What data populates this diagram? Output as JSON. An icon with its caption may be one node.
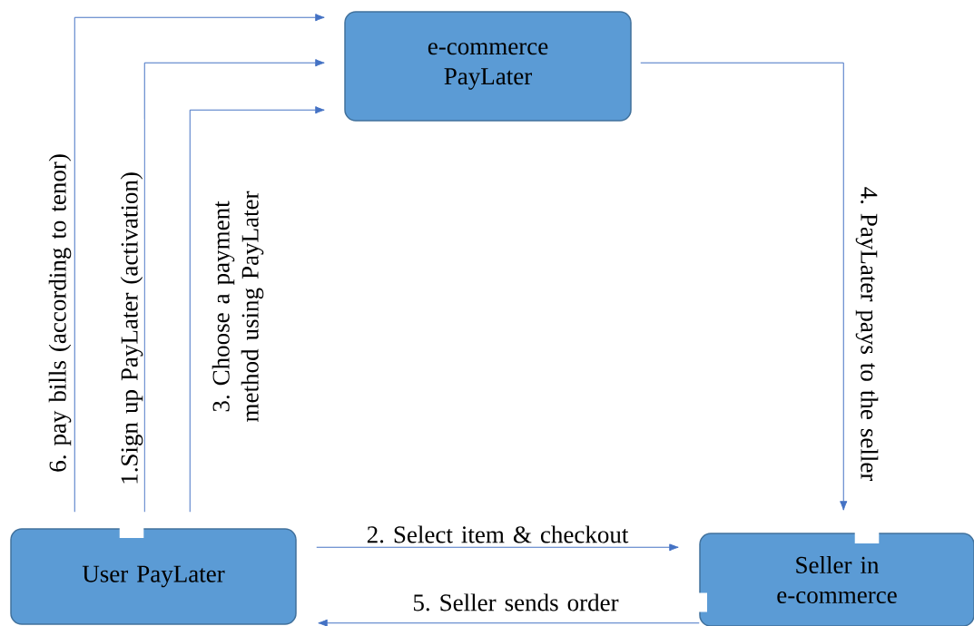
{
  "diagram": {
    "nodes": [
      {
        "text": [
          "e-commerce PayLater"
        ]
      },
      {
        "text": [
          "User PayLater"
        ]
      },
      {
        "text": [
          "Seller in e-commerce"
        ]
      }
    ],
    "edges": [
      {
        "from": 1,
        "to": 0,
        "arrow": "to",
        "label": "6. pay bills (according to tenor)"
      },
      {
        "from": 1,
        "to": 0,
        "arrow": "to",
        "label": "1.Sign up PayLater (activation)"
      },
      {
        "from": 1,
        "to": 0,
        "arrow": "to",
        "label": "3. Choose a payment method using PayLater"
      },
      {
        "from": 0,
        "to": 2,
        "arrow": "to",
        "label": "4. PayLater pays to the seller"
      },
      {
        "from": 1,
        "to": 2,
        "arrow": "to",
        "label": "2. Select item & checkout"
      },
      {
        "from": 2,
        "to": 1,
        "arrow": "to",
        "label": "5. Seller sends order"
      }
    ]
  }
}
